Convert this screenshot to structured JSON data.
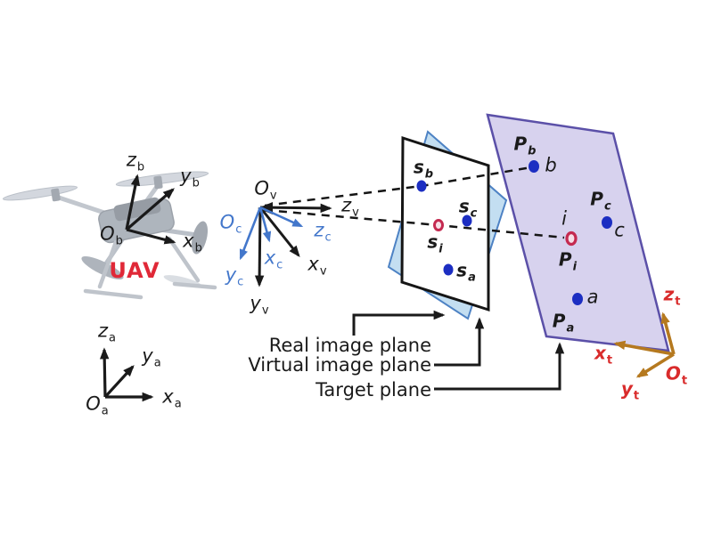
{
  "uav_label": "UAV",
  "frames": {
    "body": {
      "origin": {
        "m": "O",
        "s": "b"
      },
      "x": {
        "m": "x",
        "s": "b"
      },
      "y": {
        "m": "y",
        "s": "b"
      },
      "z": {
        "m": "z",
        "s": "b"
      }
    },
    "inertial": {
      "origin": {
        "m": "O",
        "s": "a"
      },
      "x": {
        "m": "x",
        "s": "a"
      },
      "y": {
        "m": "y",
        "s": "a"
      },
      "z": {
        "m": "z",
        "s": "a"
      }
    },
    "virtual_camera": {
      "origin": {
        "m": "O",
        "s": "v"
      },
      "x": {
        "m": "x",
        "s": "v"
      },
      "y": {
        "m": "y",
        "s": "v"
      },
      "z": {
        "m": "z",
        "s": "v"
      }
    },
    "real_camera": {
      "origin": {
        "m": "O",
        "s": "c"
      },
      "x": {
        "m": "x",
        "s": "c"
      },
      "y": {
        "m": "y",
        "s": "c"
      },
      "z": {
        "m": "z",
        "s": "c"
      }
    },
    "target": {
      "origin": {
        "m": "O",
        "s": "t"
      },
      "x": {
        "m": "x",
        "s": "t"
      },
      "y": {
        "m": "y",
        "s": "t"
      },
      "z": {
        "m": "z",
        "s": "t"
      }
    }
  },
  "plane_labels": {
    "real": "Real image plane",
    "virtual": "Virtual image plane",
    "target": "Target plane"
  },
  "image_points": {
    "sb": {
      "m": "s",
      "s": "b"
    },
    "sc": {
      "m": "s",
      "s": "c"
    },
    "si": {
      "m": "s",
      "s": "i"
    },
    "sa": {
      "m": "s",
      "s": "a"
    }
  },
  "target_points": {
    "Pb": {
      "m": "P",
      "s": "b"
    },
    "Pc": {
      "m": "P",
      "s": "c"
    },
    "Pi": {
      "m": "P",
      "s": "i"
    },
    "Pa": {
      "m": "P",
      "s": "a"
    },
    "b": "b",
    "c": "c",
    "i": "i",
    "a": "a"
  },
  "colors": {
    "camera_axis_blue": "#4377cb",
    "feature_dot_blue": "#1c2ec2",
    "highlight_red": "#c42a50",
    "real_plane_fill": "#c3def1",
    "real_plane_border": "#4d82c4",
    "target_plane_fill": "#d7d2ee",
    "target_plane_border": "#5b50a8",
    "target_axis_orange": "#b5791f",
    "target_label_red": "#d92b2b",
    "uav_label_red": "#e02837"
  }
}
